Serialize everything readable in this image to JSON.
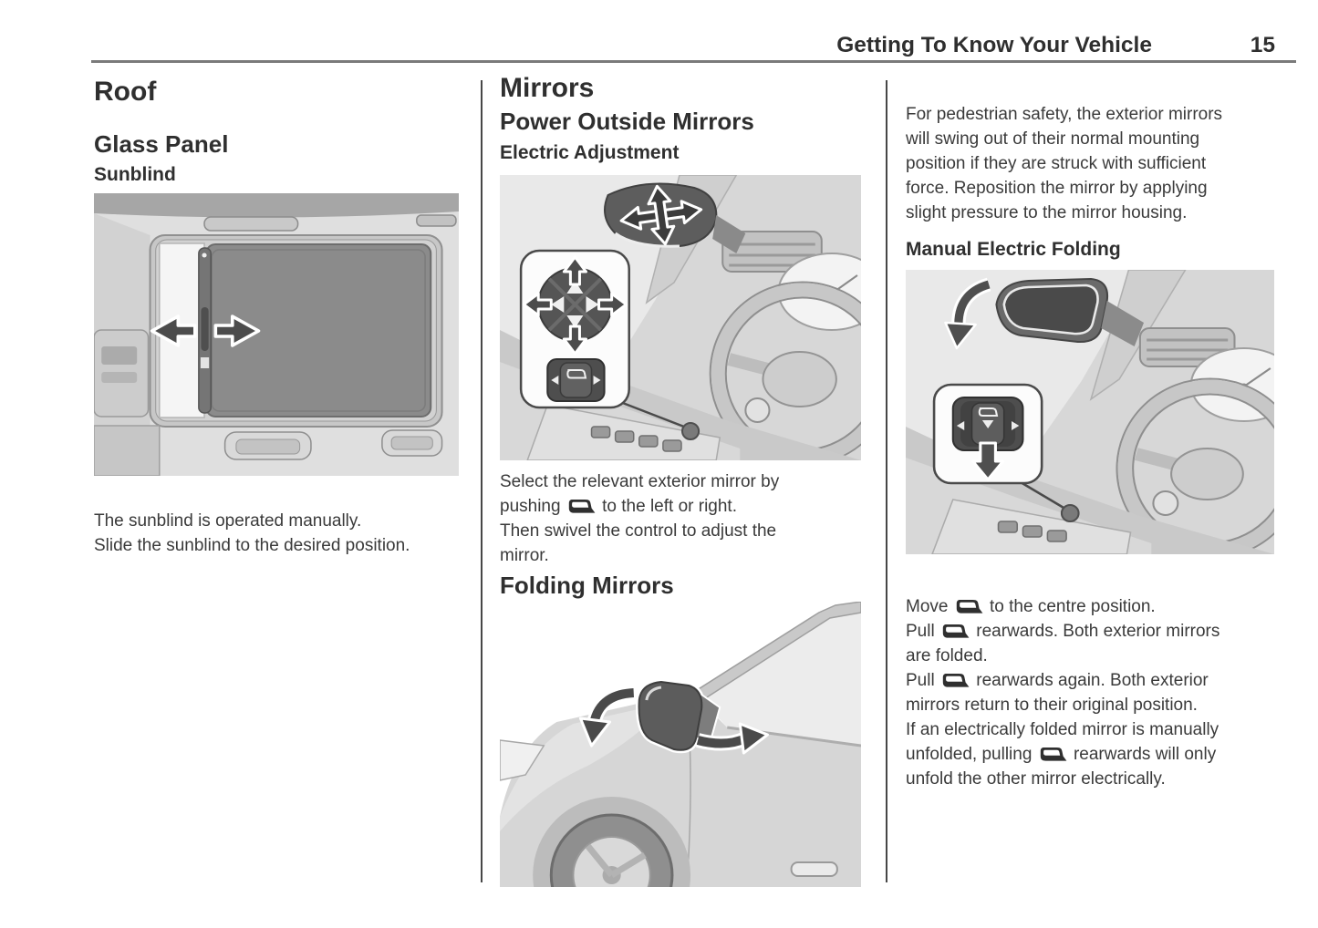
{
  "header": {
    "title": "Getting To Know Your Vehicle",
    "page": "15"
  },
  "columns": {
    "left": {
      "h1": "Roof",
      "h2": "Glass Panel",
      "h3": "Sunblind",
      "illustration": "sunroof-sunblind-illustration",
      "paragraphs": [
        [
          "The sunblind is operated manually."
        ],
        [
          "Slide the sunblind to the desired position."
        ]
      ]
    },
    "middle": {
      "h1": "Mirrors",
      "h2": "Power Outside Mirrors",
      "h3": "Electric Adjustment",
      "illustration_top": "mirror-electric-adjustment-illustration",
      "paragraphs": [
        [
          "Select the relevant exterior mirror by pushing ",
          {
            "icon": "mirror-control"
          },
          " to the left or right."
        ],
        [
          "Then swivel the control to adjust the mirror."
        ]
      ],
      "h2_second": "Folding Mirrors",
      "illustration_bottom": "car-folding-mirror-illustration"
    },
    "right": {
      "paragraphs_top": [
        [
          "For pedestrian safety, the exterior mirrors will swing out of their normal mounting position if they are struck with sufficient force. Reposition the mirror by applying slight pressure to the mirror housing."
        ]
      ],
      "h3": "Manual Electric Folding",
      "illustration": "mirror-manual-electric-folding-illustration",
      "paragraphs_bottom": [
        [
          "Move ",
          {
            "icon": "mirror-control"
          },
          " to the centre position."
        ],
        [
          "Pull ",
          {
            "icon": "mirror-control"
          },
          " rearwards. Both exterior mirrors are folded."
        ],
        [
          "Pull ",
          {
            "icon": "mirror-control"
          },
          " rearwards again. Both exterior mirrors return to their original position."
        ],
        [
          "If an electrically folded mirror is manually unfolded, pulling ",
          {
            "icon": "mirror-control"
          },
          " rearwards will only unfold the other mirror electrically."
        ]
      ]
    }
  },
  "icons": {
    "mirror_control": "mirror-control-icon"
  },
  "colors": {
    "text_color": "#3a3a3a",
    "heading_color": "#2f2f2f",
    "rule_color": "#7a7a7a",
    "separator_color": "#474747",
    "illustration_bg": "#e9e9e9"
  }
}
